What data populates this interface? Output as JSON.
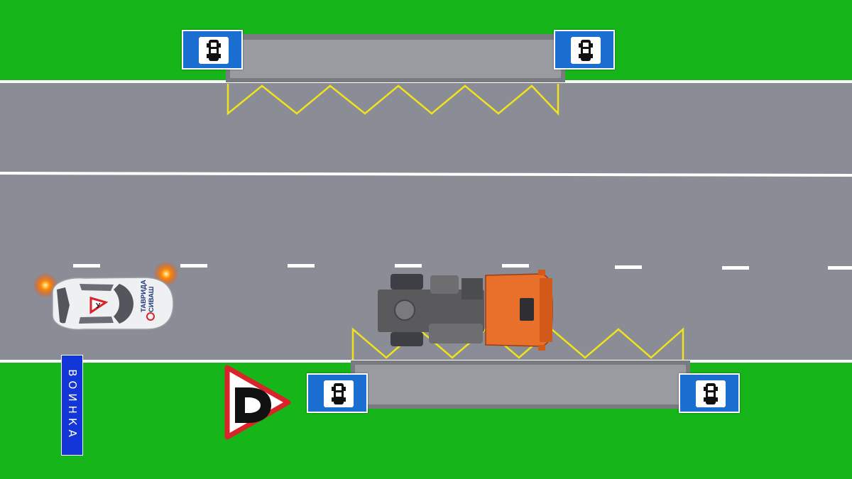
{
  "scene": {
    "colors": {
      "grass": "#16b51a",
      "road": "#8a8d96",
      "platform": "#8f9094",
      "zigzag": "#f2e21c",
      "sign_blue": "#1a6fd0",
      "truck": "#e8702a",
      "warning_red": "#d8242a"
    },
    "signs": {
      "bus_stop_icon": "bus-icon",
      "priority_sign_icon": "road-priority-icon",
      "street_name": "ВОИНКА"
    },
    "car": {
      "roof_text_line1": "ТАВРИДА",
      "roof_text_line2": "СИВАШ",
      "badge_letter": "У"
    }
  }
}
